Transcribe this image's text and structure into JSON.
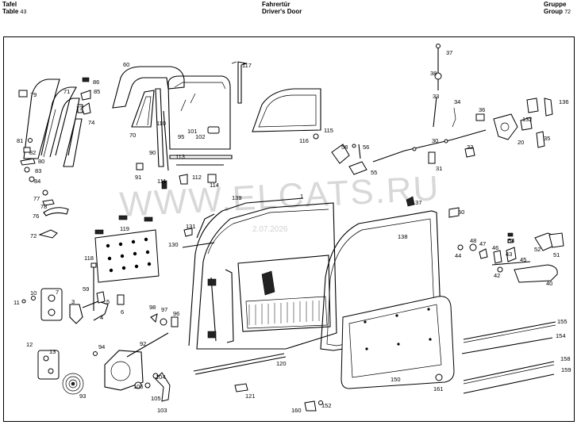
{
  "header": {
    "tafel_label": "Tafel",
    "table_label": "Table",
    "table_number": "43",
    "title_de": "Fahrertür",
    "title_en": "Driver's Door",
    "gruppe_label": "Gruppe",
    "group_label": "Group",
    "group_number": "72"
  },
  "watermark": {
    "text": "WWW.ELCATS.RU",
    "sub": "2.07.2026"
  },
  "part_labels": [
    "1",
    "3",
    "4",
    "5",
    "6",
    "7",
    "10",
    "11",
    "12",
    "13",
    "20",
    "30",
    "31",
    "32",
    "33",
    "34",
    "35",
    "36",
    "37",
    "38",
    "40",
    "42",
    "43",
    "44",
    "45",
    "46",
    "47",
    "48",
    "50",
    "51",
    "52",
    "54",
    "55",
    "56",
    "58",
    "59",
    "60",
    "70",
    "71",
    "72",
    "73",
    "74",
    "76",
    "77",
    "78",
    "79",
    "80",
    "81",
    "82",
    "83",
    "84",
    "85",
    "86",
    "90",
    "91",
    "92",
    "93",
    "94",
    "95",
    "96",
    "97",
    "98",
    "101",
    "102",
    "103",
    "104",
    "105",
    "106",
    "110",
    "111",
    "112",
    "113",
    "114",
    "115",
    "116",
    "117",
    "118",
    "119",
    "120",
    "121",
    "130",
    "131",
    "132",
    "136",
    "137",
    "138",
    "139",
    "150",
    "152",
    "154",
    "155",
    "158",
    "159",
    "160",
    "161"
  ]
}
